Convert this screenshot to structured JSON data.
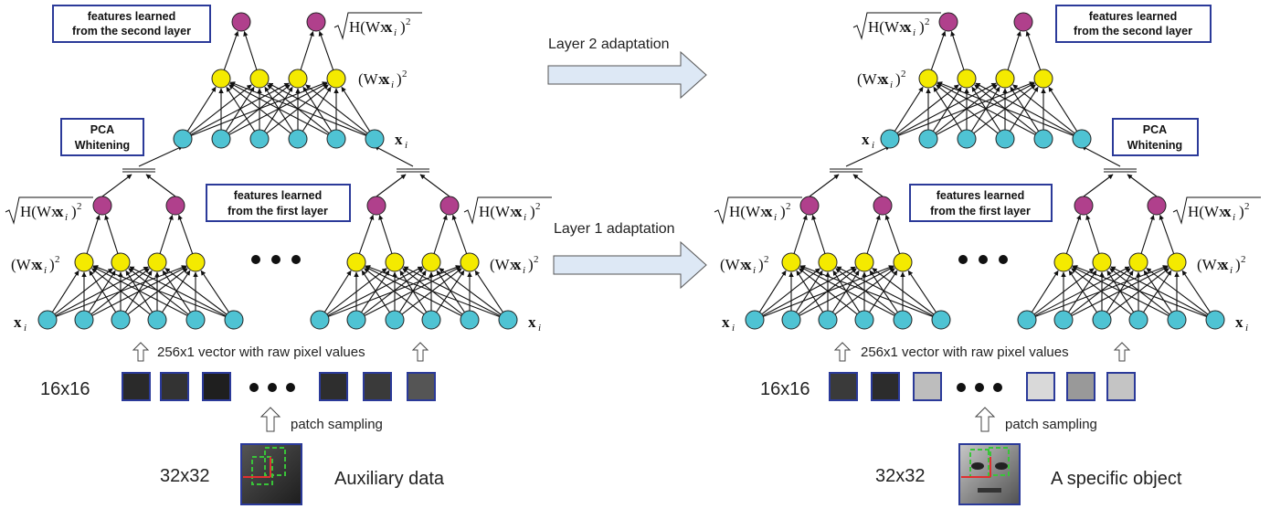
{
  "arrows": {
    "layer2": "Layer 2 adaptation",
    "layer1": "Layer 1 adaptation"
  },
  "left": {
    "box_second": [
      "features learned",
      "from the second layer"
    ],
    "box_first": [
      "features learned",
      "from the first layer"
    ],
    "box_pca": [
      "PCA",
      "Whitening"
    ],
    "vector_label": "256x1 vector with raw pixel values",
    "patch_label": "16x16",
    "sampling_label": "patch sampling",
    "image_size": "32x32",
    "caption": "Auxiliary data"
  },
  "right": {
    "box_second": [
      "features learned",
      "from the second layer"
    ],
    "box_first": [
      "features learned",
      "from the first layer"
    ],
    "box_pca": [
      "PCA",
      "Whitening"
    ],
    "vector_label": "256x1 vector with raw pixel values",
    "patch_label": "16x16",
    "sampling_label": "patch sampling",
    "image_size": "32x32",
    "caption": "A specific object"
  },
  "math": {
    "sqrt_expr": "H(Wx",
    "sq_expr": "(Wx",
    "x_i": "x"
  },
  "colors": {
    "cyan": "#4fc3d3",
    "yellow": "#f4ea00",
    "magenta": "#b0408c",
    "box_border": "#2b3a99",
    "arrow_fill": "#dde8f5"
  }
}
